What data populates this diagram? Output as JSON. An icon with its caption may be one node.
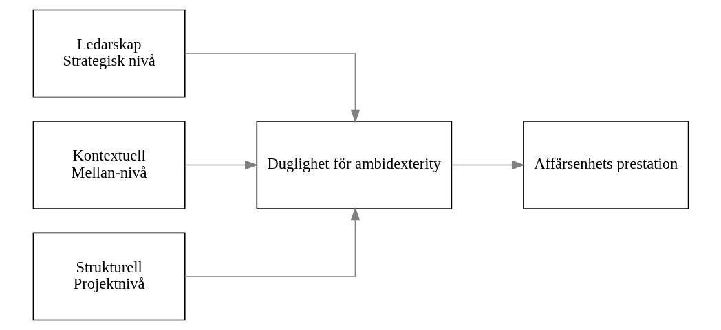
{
  "diagram": {
    "nodes": [
      {
        "text": [
          "Ledarskap",
          "Strategisk nivå"
        ]
      },
      {
        "text": [
          "Kontextuell",
          "Mellan-nivå"
        ]
      },
      {
        "text": [
          "Strukturell",
          "Projektnivå"
        ]
      },
      {
        "text": [
          "Duglighet för ambidexterity"
        ]
      },
      {
        "text": [
          "Affärsenhets prestation"
        ]
      }
    ],
    "edges": [
      {
        "from": 0,
        "to": 3,
        "arrow": "to",
        "color": "#808080"
      },
      {
        "from": 1,
        "to": 3,
        "arrow": "to",
        "color": "#808080"
      },
      {
        "from": 2,
        "to": 3,
        "arrow": "to",
        "color": "#808080"
      },
      {
        "from": 3,
        "to": 4,
        "arrow": "to",
        "color": "#808080"
      }
    ]
  }
}
